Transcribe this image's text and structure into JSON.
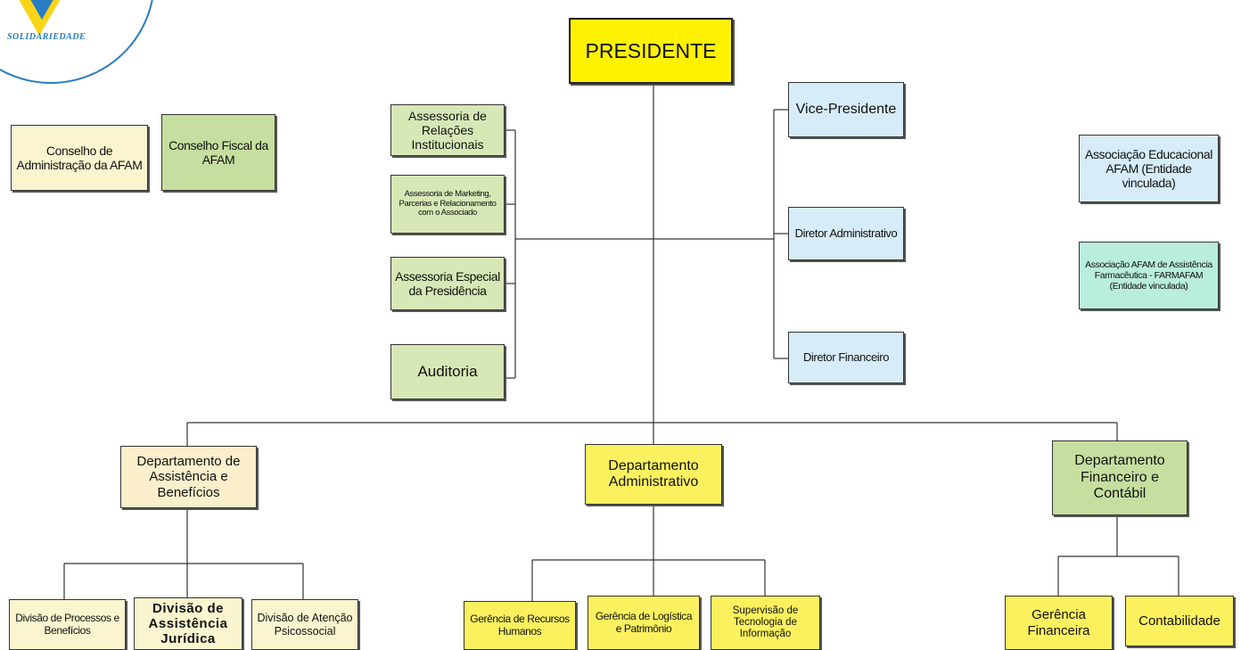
{
  "logo": {
    "text": "SOLIDARIEDADE"
  },
  "president": "PRESIDENTE",
  "advisory": {
    "relacoes": "Assessoria de Relações Institucionais",
    "marketing": "Assessoria de Marketing, Parcerias e Relacionamento com o Associado",
    "especial": "Assessoria Especial da Presidência",
    "auditoria": "Auditoria"
  },
  "directors": {
    "vice": "Vice-Presidente",
    "administrativo": "Diretor Administrativo",
    "financeiro": "Diretor Financeiro"
  },
  "councils": {
    "administracao": "Conselho de Administração da AFAM",
    "fiscal": "Conselho Fiscal da AFAM"
  },
  "linked_entities": {
    "educacional": "Associação Educacional AFAM (Entidade vinculada)",
    "farmafam": "Associação AFAM de Assistência Farmacêutica - FARMAFAM (Entidade vinculada)"
  },
  "departments": {
    "assistencia": "Departamento de Assistência e Benefícios",
    "administrativo": "Departamento Administrativo",
    "financeiro": "Departamento Financeiro e Contábil"
  },
  "subunits": {
    "processos": "Divisão de Processos e Benefícios",
    "juridica": "Divisão de Assistência Jurídica",
    "psicossocial": "Divisão de Atenção Psicossocial",
    "rh": "Gerência de Recursos Humanos",
    "logistica": "Gerência de Logística e Patrimônio",
    "ti": "Supervisão de Tecnologia de Informação",
    "gerfin": "Gerência Financeira",
    "contabilidade": "Contabilidade"
  }
}
